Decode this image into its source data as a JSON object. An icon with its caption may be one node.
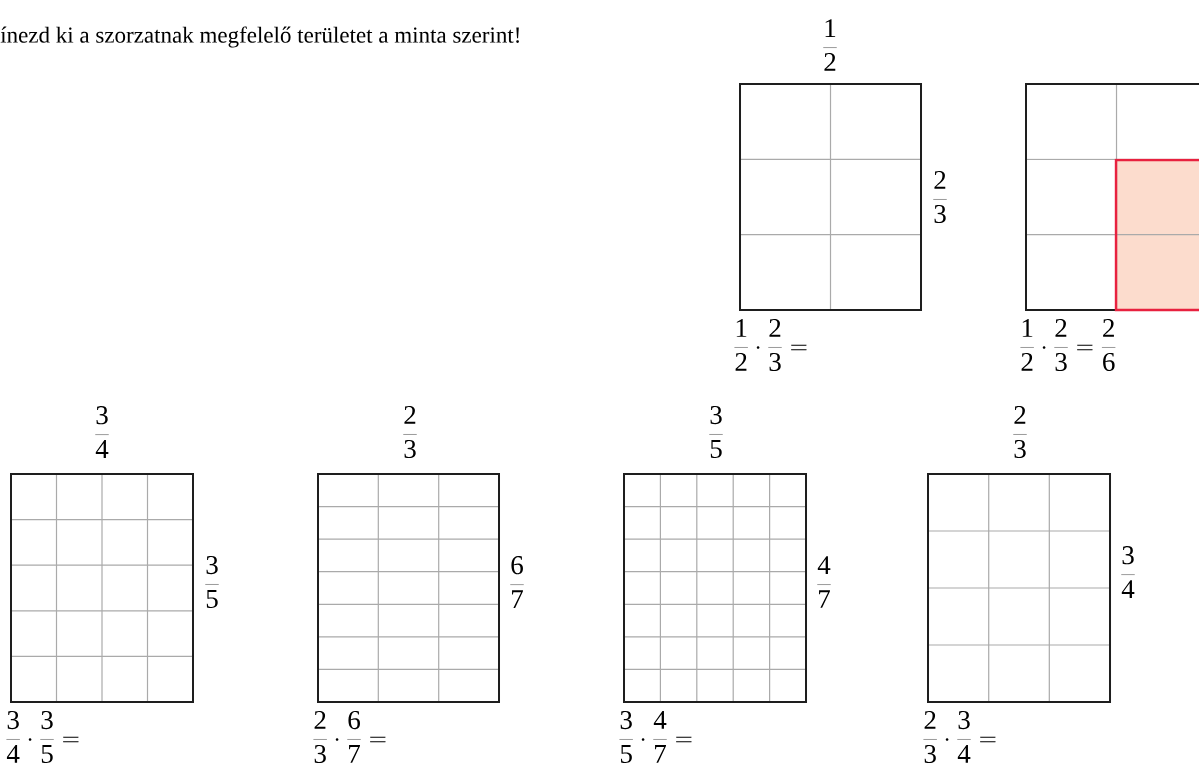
{
  "diagram": {
    "title": "ínezd ki a szorzatnak megfelelő területet a minta szerint!",
    "labels": [
      "\\frac{1}{2}",
      "\\frac{2}{3}",
      "\\frac{1}{2}\\cdot\\frac{2}{3}=",
      "\\frac{1}{2}\\cdot\\frac{2}{3}=\\frac{2}{6}",
      "\\frac{3}{4}",
      "\\frac{3}{5}",
      "\\frac{3}{4}\\cdot\\frac{3}{5}=",
      "\\frac{2}{3}",
      "\\frac{6}{7}",
      "\\frac{2}{3}\\cdot\\frac{6}{7}=",
      "\\frac{3}{5}",
      "\\frac{4}{7}",
      "\\frac{3}{5}\\cdot\\frac{4}{7}=",
      "\\frac{2}{3}",
      "\\frac{3}{4}",
      "\\frac{2}{3}\\cdot\\frac{3}{4}="
    ]
  }
}
